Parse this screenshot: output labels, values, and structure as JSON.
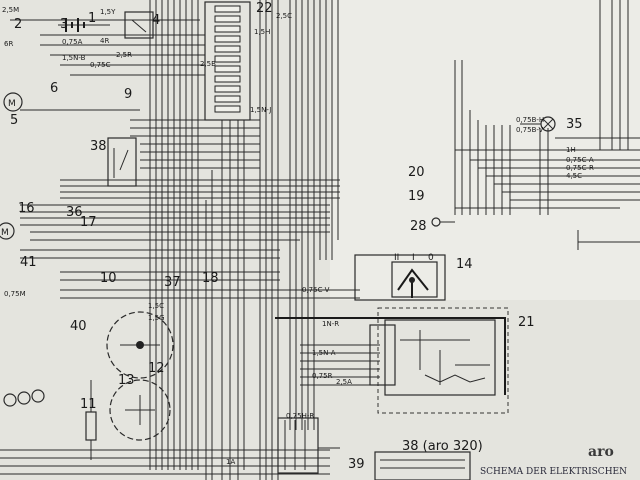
{
  "component_numbers": [
    "1",
    "2",
    "3",
    "4",
    "5",
    "6",
    "9",
    "10",
    "11",
    "12",
    "13",
    "14",
    "16",
    "17",
    "18",
    "19",
    "20",
    "21",
    "22",
    "28",
    "35",
    "36",
    "37",
    "38",
    "39",
    "40",
    "41"
  ],
  "wire_codes": [
    "2,5M",
    "1,5Y",
    "0,75A",
    "6R",
    "4R",
    "2,5R",
    "0,75C",
    "1,5N-B",
    "2,5C",
    "1,5H",
    "2,5B",
    "1N-R",
    "1A",
    "0,75C-V",
    "1,5N-A",
    "2,5A",
    "0,75R",
    "1,5C",
    "0,75M",
    "1,5G",
    "1,5N-J",
    "0,75B-H",
    "0,75B-V",
    "0,75C-A",
    "0,75C-R",
    "4,5C",
    "1H",
    "0,75H-R"
  ],
  "switch_positions": [
    "II",
    "I",
    "0"
  ],
  "variant_label": "38 (aro 320)",
  "brand": "aro",
  "title": "SCHEMA DER ELEKTRISCHEN"
}
